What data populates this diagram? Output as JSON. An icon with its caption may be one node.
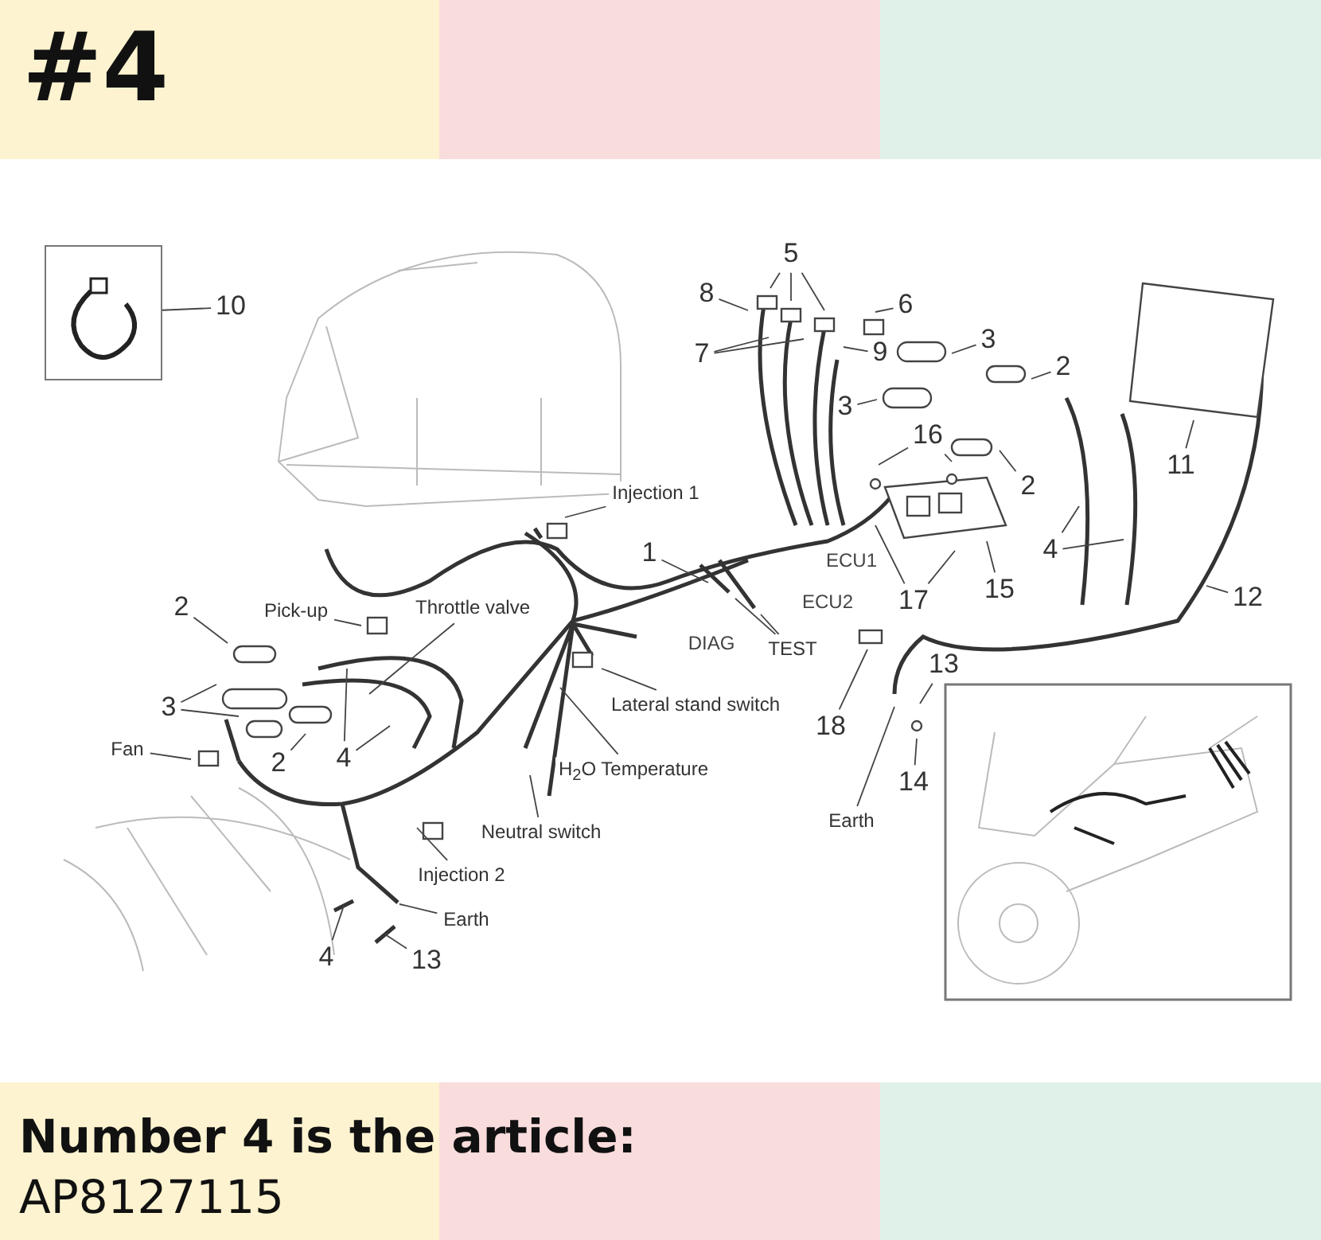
{
  "diagram": {
    "title": "#4",
    "nodes": [
      {
        "text": [],
        "shape": "picture"
      },
      {
        "text": [
          "10"
        ]
      },
      {
        "text": [
          "5"
        ]
      },
      {
        "text": [
          "8"
        ]
      },
      {
        "text": [
          "6"
        ]
      },
      {
        "text": [
          "7"
        ]
      },
      {
        "text": [
          "9"
        ]
      },
      {
        "text": [
          "3"
        ]
      },
      {
        "text": [
          "2"
        ]
      },
      {
        "text": [
          "3"
        ]
      },
      {
        "text": [
          "16"
        ]
      },
      {
        "text": [
          "11"
        ]
      },
      {
        "text": [
          "2"
        ]
      },
      {
        "text": [
          "Injection 1"
        ]
      },
      {
        "text": [
          "1"
        ]
      },
      {
        "text": [
          "4"
        ]
      },
      {
        "text": [
          "15"
        ]
      },
      {
        "text": [
          "17"
        ]
      },
      {
        "text": [
          "12"
        ]
      },
      {
        "text": [
          "2"
        ]
      },
      {
        "text": [
          "Pick-up"
        ]
      },
      {
        "text": [
          "Throttle valve"
        ]
      },
      {
        "text": [
          "TEST"
        ]
      },
      {
        "text": [
          "13"
        ]
      },
      {
        "text": [
          "3"
        ]
      },
      {
        "text": [
          "Lateral stand switch"
        ]
      },
      {
        "text": [
          "18"
        ]
      },
      {
        "text": [
          "Fan"
        ]
      },
      {
        "text": [
          "2"
        ]
      },
      {
        "text": [
          "4"
        ]
      },
      {
        "text": [
          "H$_{2}$O Temperature"
        ]
      },
      {
        "text": [
          "14"
        ]
      },
      {
        "text": [
          "Earth"
        ]
      },
      {
        "text": [
          "Neutral switch"
        ]
      },
      {
        "text": [
          "Injection 2"
        ]
      },
      {
        "text": [
          "Earth"
        ]
      },
      {
        "text": [
          "13"
        ]
      },
      {
        "text": [
          "4"
        ]
      }
    ],
    "edges": [
      {
        "from": 1,
        "to": 0,
        "arrow": "none"
      },
      {
        "from": 2,
        "to": null,
        "arrow": "none"
      },
      {
        "from": 2,
        "to": null,
        "arrow": "none"
      },
      {
        "from": 2,
        "to": null,
        "arrow": "none"
      },
      {
        "from": 3,
        "to": null,
        "arrow": "none"
      },
      {
        "from": 4,
        "to": null,
        "arrow": "none"
      },
      {
        "from": 5,
        "to": null,
        "arrow": "none"
      },
      {
        "from": 5,
        "to": null,
        "arrow": "none"
      },
      {
        "from": 6,
        "to": null,
        "arrow": "none"
      },
      {
        "from": 7,
        "to": null,
        "arrow": "none"
      },
      {
        "from": 8,
        "to": null,
        "arrow": "none"
      },
      {
        "from": 9,
        "to": null,
        "arrow": "none"
      },
      {
        "from": 10,
        "to": null,
        "arrow": "none"
      },
      {
        "from": 10,
        "to": null,
        "arrow": "none"
      },
      {
        "from": 11,
        "to": null,
        "arrow": "none"
      },
      {
        "from": 12,
        "to": null,
        "arrow": "none"
      },
      {
        "from": 13,
        "to": null,
        "arrow": "none"
      },
      {
        "from": 14,
        "to": null,
        "arrow": "none"
      },
      {
        "from": 15,
        "to": null,
        "arrow": "none"
      },
      {
        "from": 15,
        "to": null,
        "arrow": "none"
      },
      {
        "from": 16,
        "to": null,
        "arrow": "none"
      },
      {
        "from": 17,
        "to": null,
        "arrow": "none"
      },
      {
        "from": 17,
        "to": null,
        "arrow": "none"
      },
      {
        "from": 18,
        "to": null,
        "arrow": "none"
      },
      {
        "from": 19,
        "to": null,
        "arrow": "none"
      },
      {
        "from": 20,
        "to": null,
        "arrow": "none"
      },
      {
        "from": 21,
        "to": null,
        "arrow": "none"
      },
      {
        "from": 22,
        "to": null,
        "arrow": "none"
      },
      {
        "from": 22,
        "to": null,
        "arrow": "none"
      },
      {
        "from": 23,
        "to": null,
        "arrow": "none"
      },
      {
        "from": 24,
        "to": null,
        "arrow": "none"
      },
      {
        "from": 24,
        "to": null,
        "arrow": "none"
      },
      {
        "from": 25,
        "to": null,
        "arrow": "none"
      },
      {
        "from": 26,
        "to": null,
        "arrow": "none"
      },
      {
        "from": 27,
        "to": null,
        "arrow": "none"
      },
      {
        "from": 28,
        "to": null,
        "arrow": "none"
      },
      {
        "from": 29,
        "to": null,
        "arrow": "none"
      },
      {
        "from": 29,
        "to": null,
        "arrow": "none"
      },
      {
        "from": 30,
        "to": null,
        "arrow": "none"
      },
      {
        "from": 31,
        "to": null,
        "arrow": "none"
      },
      {
        "from": 32,
        "to": null,
        "arrow": "none"
      },
      {
        "from": 33,
        "to": null,
        "arrow": "none"
      },
      {
        "from": 34,
        "to": null,
        "arrow": "none"
      },
      {
        "from": 35,
        "to": null,
        "arrow": "none"
      },
      {
        "from": 36,
        "to": null,
        "arrow": "none"
      },
      {
        "from": 37,
        "to": null,
        "arrow": "none"
      }
    ],
    "labels": [
      "ECU1",
      "ECU2",
      "DIAG",
      "Number 4 is the article:",
      "AP8127115"
    ]
  }
}
